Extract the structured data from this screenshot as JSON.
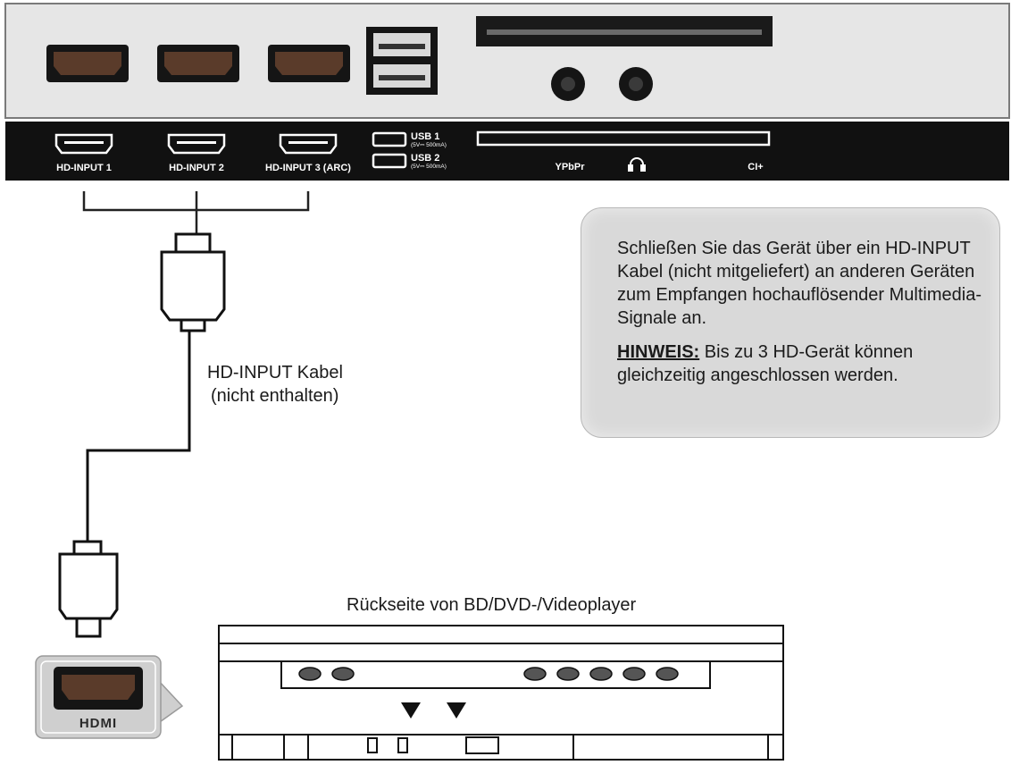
{
  "tv_panel": {
    "ports": [
      {
        "label": "HD-INPUT 1"
      },
      {
        "label": "HD-INPUT 2"
      },
      {
        "label": "HD-INPUT 3 (ARC)"
      }
    ],
    "usb": [
      {
        "label": "USB 1",
        "spec": "(5V⎓ 500mA)"
      },
      {
        "label": "USB 2",
        "spec": "(5V⎓ 500mA)"
      }
    ],
    "ypbpr_label": "YPbPr",
    "headphone_icon": "headphone-icon",
    "ci_label": "CI+"
  },
  "cable": {
    "label_line1": "HD-INPUT Kabel",
    "label_line2": "(nicht enthalten)"
  },
  "callout": {
    "text1": "Schließen Sie das Gerät über ein HD-INPUT Kabel (nicht mitgeliefert) an anderen Geräten zum Empfangen hochauflösender Multimedia-Signale an.",
    "note_label": "HINWEIS:",
    "note_text": "Bis zu 3 HD-Gerät können gleichzeitig angeschlossen werden."
  },
  "player": {
    "caption": "Rückseite von BD/DVD-/Videoplayer",
    "hdmi_badge": "HDMI"
  },
  "colors": {
    "panel_top": "#e6e6e6",
    "panel_label_strip": "#111111",
    "callout_bg": "#d9d9d9"
  }
}
